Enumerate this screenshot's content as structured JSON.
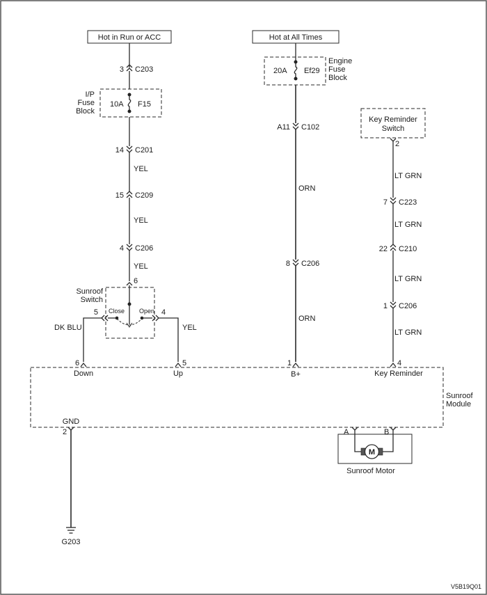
{
  "power": {
    "left_source": "Hot in Run or ACC",
    "right_source": "Hot at All Times"
  },
  "ip_fuse": {
    "label_l1": "I/P",
    "label_l2": "Fuse",
    "label_l3": "Block",
    "rating": "10A",
    "name": "F15"
  },
  "engine_fuse": {
    "label_l1": "Engine",
    "label_l2": "Fuse",
    "label_l3": "Block",
    "rating": "20A",
    "name": "Ef29"
  },
  "connectors": {
    "c203": {
      "pin": "3",
      "name": "C203"
    },
    "c201": {
      "pin": "14",
      "name": "C201"
    },
    "c209": {
      "pin": "15",
      "name": "C209"
    },
    "c206a": {
      "pin": "4",
      "name": "C206"
    },
    "c102": {
      "pin": "A11",
      "name": "C102"
    },
    "c206b": {
      "pin": "8",
      "name": "C206"
    },
    "c223": {
      "pin": "7",
      "name": "C223"
    },
    "c210": {
      "pin": "22",
      "name": "C210"
    },
    "c206c": {
      "pin": "1",
      "name": "C206"
    },
    "kr_pin": "2"
  },
  "wires": {
    "yel1": "YEL",
    "yel2": "YEL",
    "yel3": "YEL",
    "yel_up": "YEL",
    "dk_blu": "DK BLU",
    "orn1": "ORN",
    "orn2": "ORN",
    "ltgrn1": "LT GRN",
    "ltgrn2": "LT GRN",
    "ltgrn3": "LT GRN",
    "ltgrn4": "LT GRN"
  },
  "sunroof_switch": {
    "label_l1": "Sunroof",
    "label_l2": "Switch",
    "pin_top": "6",
    "pin_left": "5",
    "pin_right": "4",
    "close": "Close",
    "open": "Open"
  },
  "key_reminder_switch": {
    "label_l1": "Key Reminder",
    "label_l2": "Switch"
  },
  "module": {
    "label_l1": "Sunroof",
    "label_l2": "Module",
    "pins": {
      "down": {
        "pin": "6",
        "label": "Down"
      },
      "up": {
        "pin": "5",
        "label": "Up"
      },
      "bplus": {
        "pin": "1",
        "label": "B+"
      },
      "key": {
        "pin": "4",
        "label": "Key Reminder"
      },
      "gnd": {
        "pin": "2",
        "label": "GND"
      }
    }
  },
  "motor": {
    "label": "Sunroof Motor",
    "symbol": "M",
    "pin_a": "A",
    "pin_b": "B"
  },
  "ground": {
    "name": "G203"
  },
  "figure_id": "V5B19Q01"
}
